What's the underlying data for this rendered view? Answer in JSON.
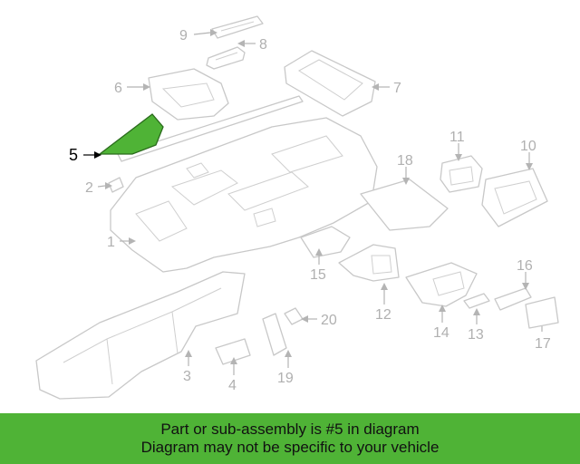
{
  "diagram": {
    "highlighted_part": "5",
    "callouts": {
      "c1": "1",
      "c2": "2",
      "c3": "3",
      "c4": "4",
      "c5": "5",
      "c6": "6",
      "c7": "7",
      "c8": "8",
      "c9": "9",
      "c10": "10",
      "c11": "11",
      "c12": "12",
      "c13": "13",
      "c14": "14",
      "c15": "15",
      "c16": "16",
      "c17": "17",
      "c18": "18",
      "c19": "19",
      "c20": "20"
    },
    "highlight_color": "#4fb336"
  },
  "footer": {
    "line1": "Part or sub-assembly is #5 in diagram",
    "line2": "Diagram may not be specific to your vehicle"
  }
}
